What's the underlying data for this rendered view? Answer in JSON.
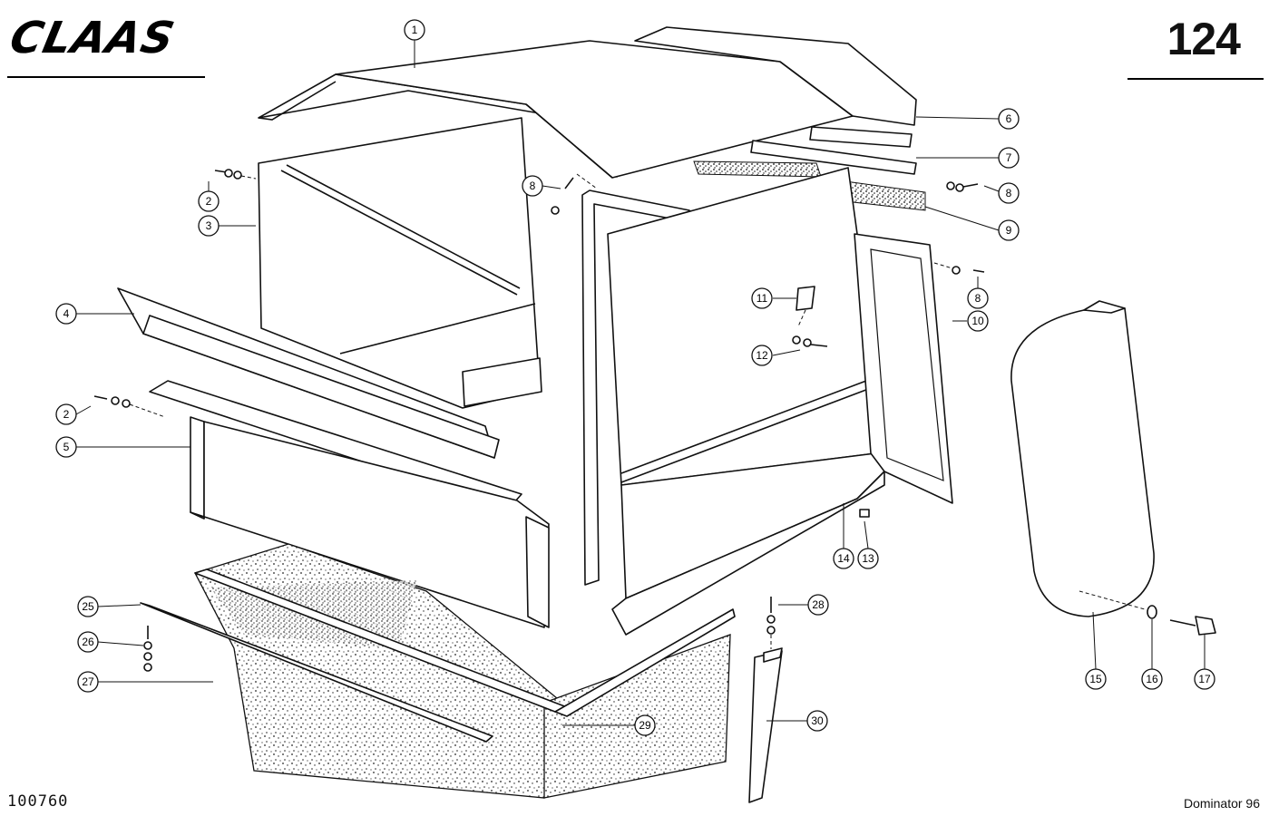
{
  "header": {
    "brand": "CLAAS",
    "page_number": "124"
  },
  "footer": {
    "document_id": "100760",
    "model": "Dominator 96"
  },
  "callouts": [
    {
      "id": "c1",
      "label": "1"
    },
    {
      "id": "c2a",
      "label": "2"
    },
    {
      "id": "c3",
      "label": "3"
    },
    {
      "id": "c4",
      "label": "4"
    },
    {
      "id": "c2b",
      "label": "2"
    },
    {
      "id": "c5",
      "label": "5"
    },
    {
      "id": "c8a",
      "label": "8"
    },
    {
      "id": "c6",
      "label": "6"
    },
    {
      "id": "c7",
      "label": "7"
    },
    {
      "id": "c8b",
      "label": "8"
    },
    {
      "id": "c9",
      "label": "9"
    },
    {
      "id": "c8c",
      "label": "8"
    },
    {
      "id": "c10",
      "label": "10"
    },
    {
      "id": "c11",
      "label": "11"
    },
    {
      "id": "c12",
      "label": "12"
    },
    {
      "id": "c14",
      "label": "14"
    },
    {
      "id": "c13",
      "label": "13"
    },
    {
      "id": "c15",
      "label": "15"
    },
    {
      "id": "c16",
      "label": "16"
    },
    {
      "id": "c17",
      "label": "17"
    },
    {
      "id": "c25",
      "label": "25"
    },
    {
      "id": "c26",
      "label": "26"
    },
    {
      "id": "c27",
      "label": "27"
    },
    {
      "id": "c28",
      "label": "28"
    },
    {
      "id": "c29",
      "label": "29"
    },
    {
      "id": "c30",
      "label": "30"
    }
  ]
}
